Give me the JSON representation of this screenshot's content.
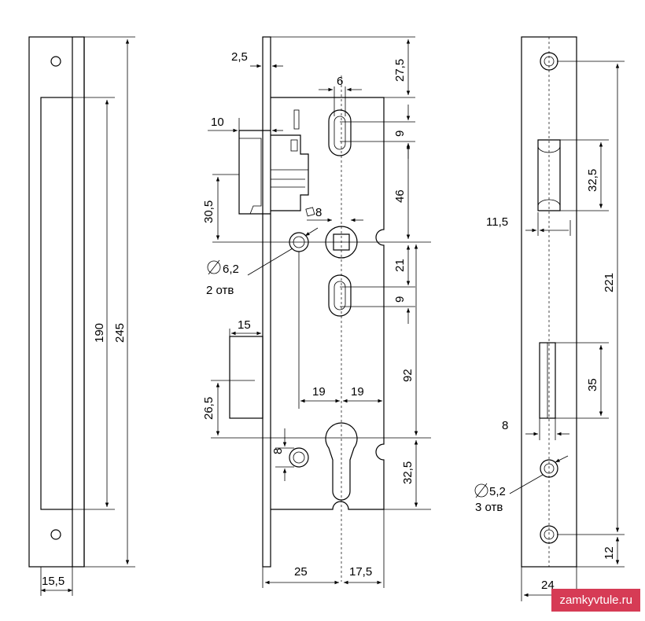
{
  "colors": {
    "line": "#000000",
    "background": "#ffffff",
    "watermark_bg": "#d63b55"
  },
  "strike_plate": {
    "dim_length": "245",
    "dim_opening": "190",
    "dim_width": "15,5"
  },
  "lock_body": {
    "dim_faceplate": "2,5",
    "dim_top": "27,5",
    "dim_slot_width": "6",
    "dim_slot_height_top": "9",
    "dim_latch_offset": "10",
    "dim_spacing_46": "46",
    "dim_latch_height": "30,5",
    "dim_square": "8",
    "dim_hole_diameter": "6,2",
    "holes_count_label": "2 отв",
    "dim_spacing_21": "21",
    "dim_slot_height_bottom": "9",
    "dim_bolt_width": "15",
    "dim_bolt_height": "26,5",
    "dim_left_19": "19",
    "dim_right_19": "19",
    "dim_spacing_92": "92",
    "dim_hole_8": "8",
    "dim_bottom": "32,5",
    "dim_backset": "25",
    "dim_right_part": "17,5"
  },
  "faceplate": {
    "dim_recess": "32,5",
    "dim_offset": "11,5",
    "dim_total": "221",
    "dim_opening": "35",
    "dim_offset_8": "8",
    "dim_screw_diameter": "5,2",
    "screws_count_label": "3 отв",
    "dim_bottom": "12",
    "dim_width": "24"
  },
  "watermark": "zamkyvtule.ru"
}
